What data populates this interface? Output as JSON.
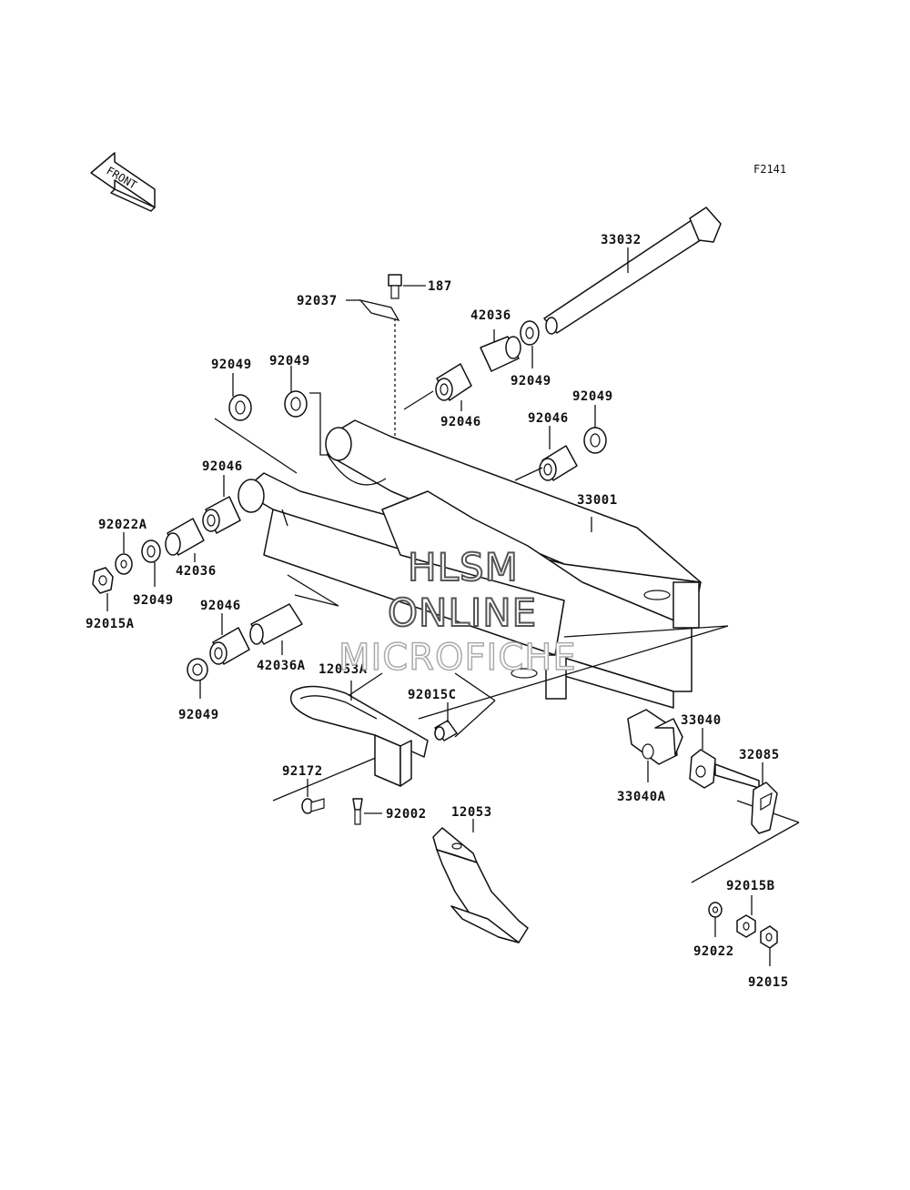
{
  "diagram": {
    "ref_code": "F2141",
    "front_label": "FRONT",
    "parts": {
      "p33032": "33032",
      "p187": "187",
      "p92037": "92037",
      "p42036_top": "42036",
      "p92049_a": "92049",
      "p92049_b": "92049",
      "p92049_c": "92049",
      "p92049_d": "92049",
      "p92049_e": "92049",
      "p92049_f": "92049",
      "p92046_a": "92046",
      "p92046_b": "92046",
      "p92046_c": "92046",
      "p92046_d": "92046",
      "p33001": "33001",
      "p92022A": "92022A",
      "p42036_left": "42036",
      "p92015A": "92015A",
      "p42036A": "42036A",
      "p12053A": "12053A",
      "p92015C": "92015C",
      "p92172": "92172",
      "p92002": "92002",
      "p12053": "12053",
      "p33040": "33040",
      "p33040A": "33040A",
      "p32085": "32085",
      "p92015B": "92015B",
      "p92022": "92022",
      "p92015": "92015"
    },
    "watermark": {
      "line1": "HLSM",
      "line2": "ONLINE",
      "line3": "MICROFICHE"
    }
  }
}
